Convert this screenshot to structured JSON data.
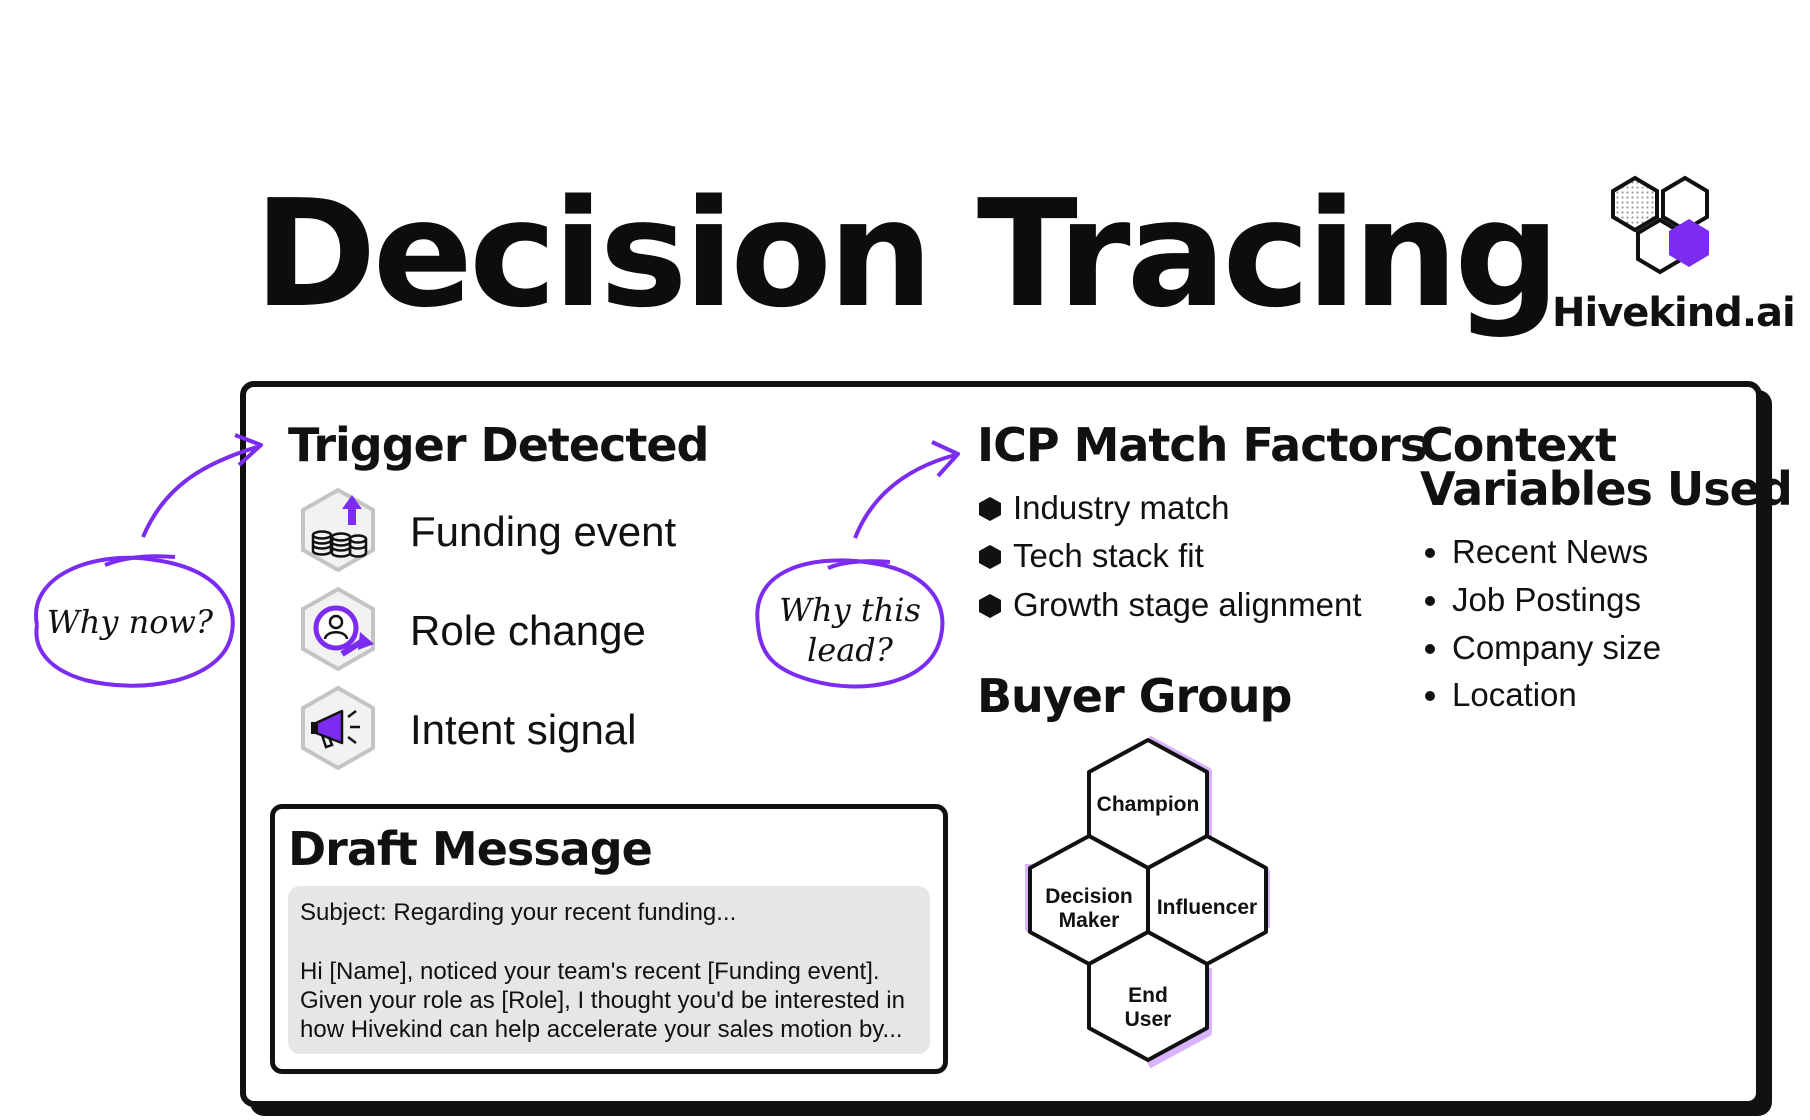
{
  "title": "Decision Tracing",
  "brand": {
    "name": "Hivekind.ai",
    "accent": "#7b2cf0"
  },
  "notes": {
    "why_now": "Why now?",
    "why_this_lead_1": "Why this",
    "why_this_lead_2": "lead?"
  },
  "trigger": {
    "heading": "Trigger Detected",
    "items": [
      {
        "label": "Funding event",
        "icon": "money-stack-icon"
      },
      {
        "label": "Role change",
        "icon": "person-swap-icon"
      },
      {
        "label": "Intent signal",
        "icon": "megaphone-icon"
      }
    ]
  },
  "icp": {
    "heading": "ICP Match Factors",
    "items": [
      "Industry match",
      "Tech stack fit",
      "Growth stage alignment"
    ]
  },
  "context": {
    "heading_line1": "Context",
    "heading_line2": "Variables Used",
    "items": [
      "Recent News",
      "Job Postings",
      "Company size",
      "Location"
    ]
  },
  "buyer_group": {
    "heading": "Buyer Group",
    "roles": [
      "Champion",
      "Decision Maker",
      "Influencer",
      "End User"
    ],
    "decision_1": "Decision",
    "decision_2": "Maker",
    "end_1": "End",
    "end_2": "User"
  },
  "draft": {
    "heading": "Draft Message",
    "subject": "Subject: Regarding your recent funding...",
    "body": [
      "Hi [Name], noticed your team's recent [Funding event].",
      "Given your role as [Role], I thought you'd be interested in",
      "how Hivekind can help accelerate your sales motion by..."
    ]
  }
}
